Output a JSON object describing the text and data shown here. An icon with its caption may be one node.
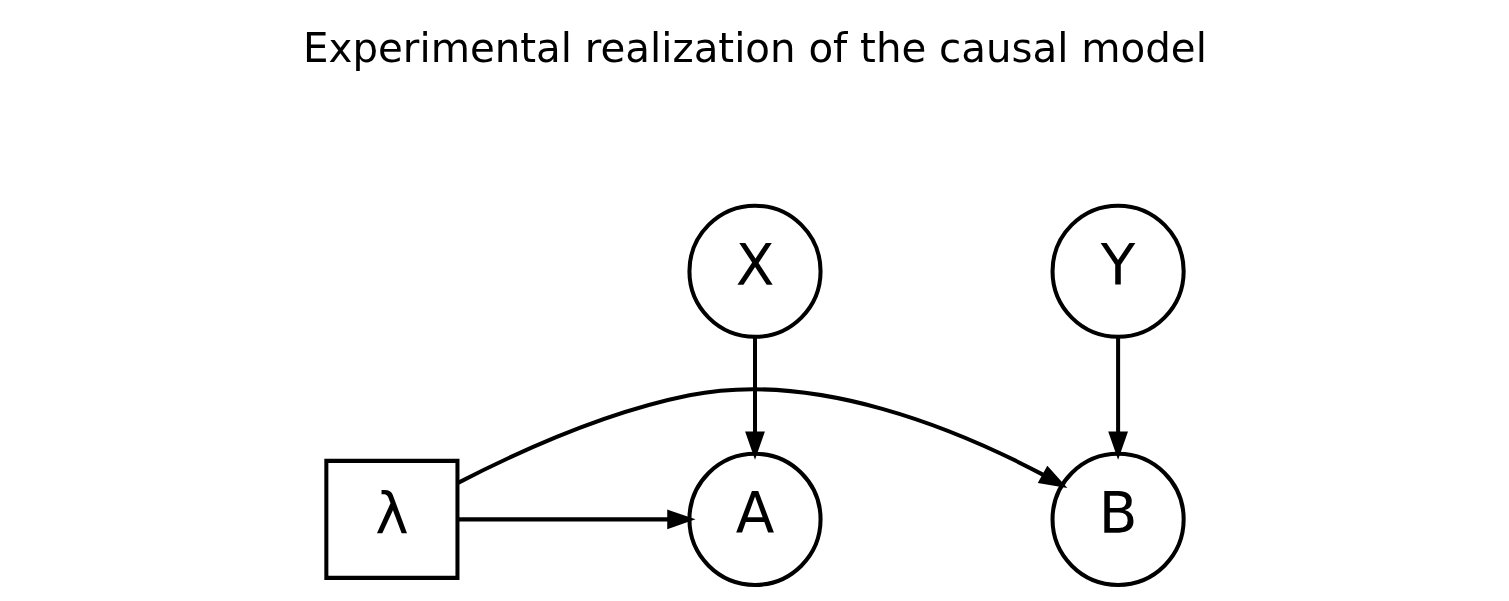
{
  "diagram": {
    "nodes": [
      {
        "text": [
          "X"
        ]
      },
      {
        "text": [
          "Y"
        ]
      },
      {
        "text": [
          "A"
        ]
      },
      {
        "text": [
          "λ"
        ]
      },
      {
        "text": [
          "B"
        ]
      }
    ],
    "edges": [
      {
        "from": 0,
        "to": 2,
        "arrow": "to"
      },
      {
        "from": 1,
        "to": 4,
        "arrow": "to"
      },
      {
        "from": 3,
        "to": 2,
        "arrow": "to"
      },
      {
        "from": 3,
        "to": 4,
        "arrow": "to"
      }
    ],
    "labels": [
      "Experimental realization of the causal model"
    ]
  }
}
